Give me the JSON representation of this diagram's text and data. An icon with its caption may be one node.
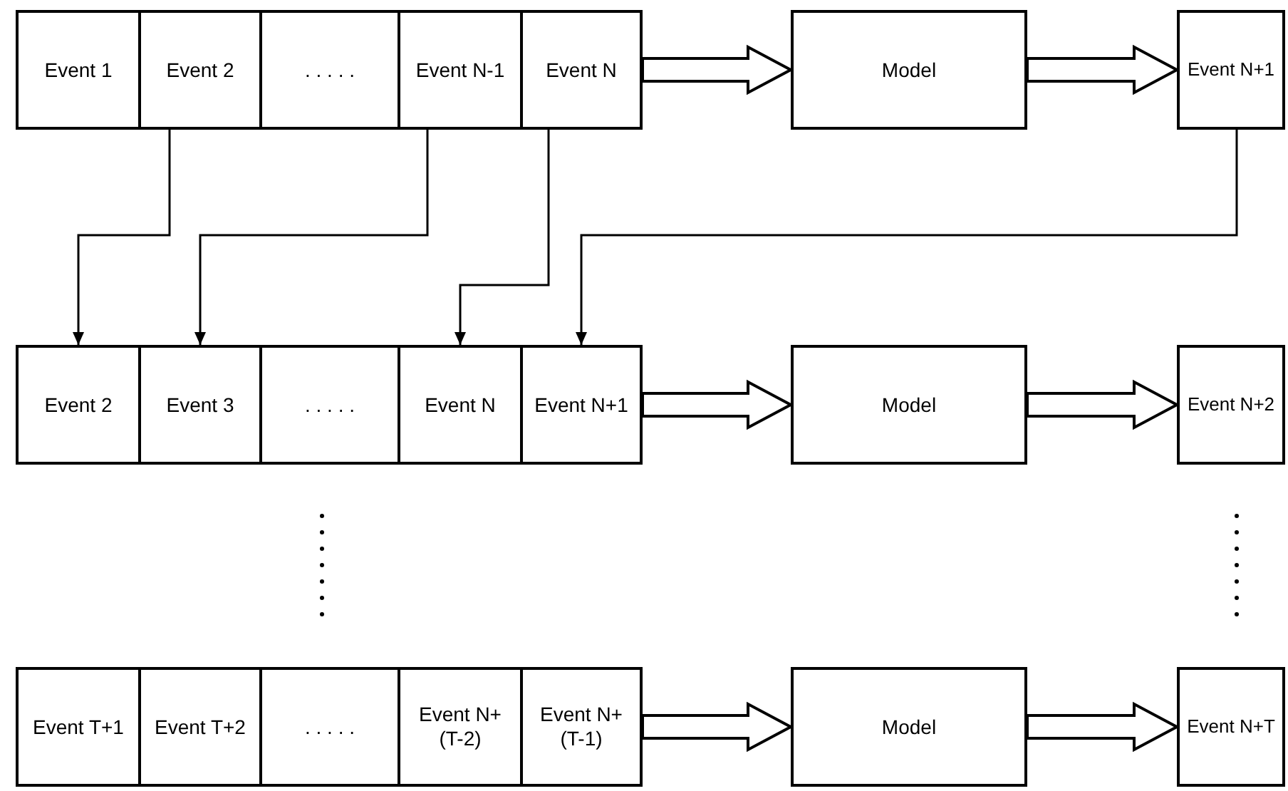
{
  "diagram": {
    "nodes": [
      {
        "text": [
          "Event 1"
        ]
      },
      {
        "text": [
          "Event 2"
        ]
      },
      {
        "text": [
          ". . . . ."
        ]
      },
      {
        "text": [
          "Event N-1"
        ]
      },
      {
        "text": [
          "Event N"
        ]
      },
      {
        "text": [
          "Model"
        ]
      },
      {
        "text": [
          "Event N+1"
        ]
      },
      {
        "text": [
          "Event 2"
        ]
      },
      {
        "text": [
          "Event 3"
        ]
      },
      {
        "text": [
          ". . . . ."
        ]
      },
      {
        "text": [
          "Event N"
        ]
      },
      {
        "text": [
          "Event N+1"
        ]
      },
      {
        "text": [
          "Model"
        ]
      },
      {
        "text": [
          "Event N+2"
        ]
      },
      {
        "text": [
          "Event T+1"
        ]
      },
      {
        "text": [
          "Event T+2"
        ]
      },
      {
        "text": [
          ". . . . ."
        ]
      },
      {
        "text": [
          "Event N+ (T-2)"
        ]
      },
      {
        "text": [
          "Event N+ (T-1)"
        ]
      },
      {
        "text": [
          "Model"
        ]
      },
      {
        "text": [
          "Event N+T"
        ]
      }
    ],
    "edges": [
      {
        "from": 4,
        "to": 5,
        "arrow": "to",
        "style": "thick"
      },
      {
        "from": 5,
        "to": 6,
        "arrow": "to",
        "style": "thick"
      },
      {
        "from": 1,
        "to": 7,
        "arrow": "to"
      },
      {
        "from": 3,
        "to": 8,
        "arrow": "to"
      },
      {
        "from": 4,
        "to": 10,
        "arrow": "to"
      },
      {
        "from": 6,
        "to": 11,
        "arrow": "to"
      },
      {
        "from": 11,
        "to": 12,
        "arrow": "to",
        "style": "thick"
      },
      {
        "from": 12,
        "to": 13,
        "arrow": "to",
        "style": "thick"
      },
      {
        "from": 18,
        "to": 19,
        "arrow": "to",
        "style": "thick"
      },
      {
        "from": 19,
        "to": 20,
        "arrow": "to",
        "style": "thick"
      }
    ]
  }
}
